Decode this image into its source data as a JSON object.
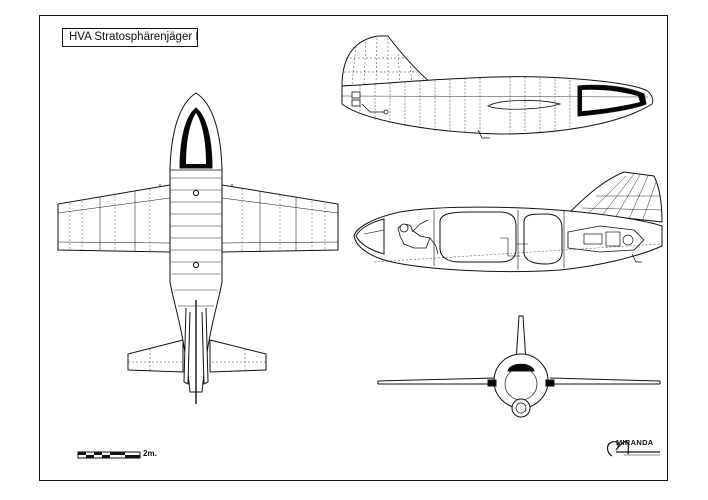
{
  "title": "HVA Stratosphärenjäger I",
  "scale_label": "2m.",
  "logo": {
    "text": "MIRANDA",
    "icon": "signature-logo-icon"
  },
  "colors": {
    "ink": "#111111",
    "glass": "#050505",
    "paper": "#ffffff"
  }
}
